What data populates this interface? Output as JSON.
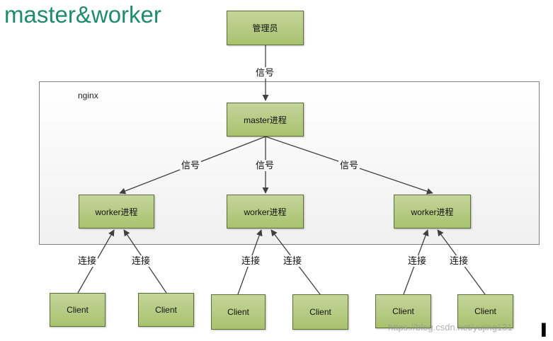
{
  "title": "master&worker",
  "container_label": "nginx",
  "nodes": {
    "admin": "管理员",
    "master": "master进程",
    "worker1": "worker进程",
    "worker2": "worker进程",
    "worker3": "worker进程",
    "client1": "Client",
    "client2": "Client",
    "client3": "Client",
    "client4": "Client",
    "client5": "Client",
    "client6": "Client"
  },
  "edge_labels": {
    "admin_master": "信号",
    "master_worker1": "信号",
    "master_worker2": "信号",
    "master_worker3": "信号",
    "connect1": "连接",
    "connect2": "连接",
    "connect3": "连接",
    "connect4": "连接",
    "connect5": "连接",
    "connect6": "连接"
  },
  "watermark": "https://blog.csdn.net/yujing131",
  "colors": {
    "node_fill": "#b5cb82",
    "node_border": "#5b6e35",
    "title": "#1f8a6c",
    "edge": "#404040"
  }
}
